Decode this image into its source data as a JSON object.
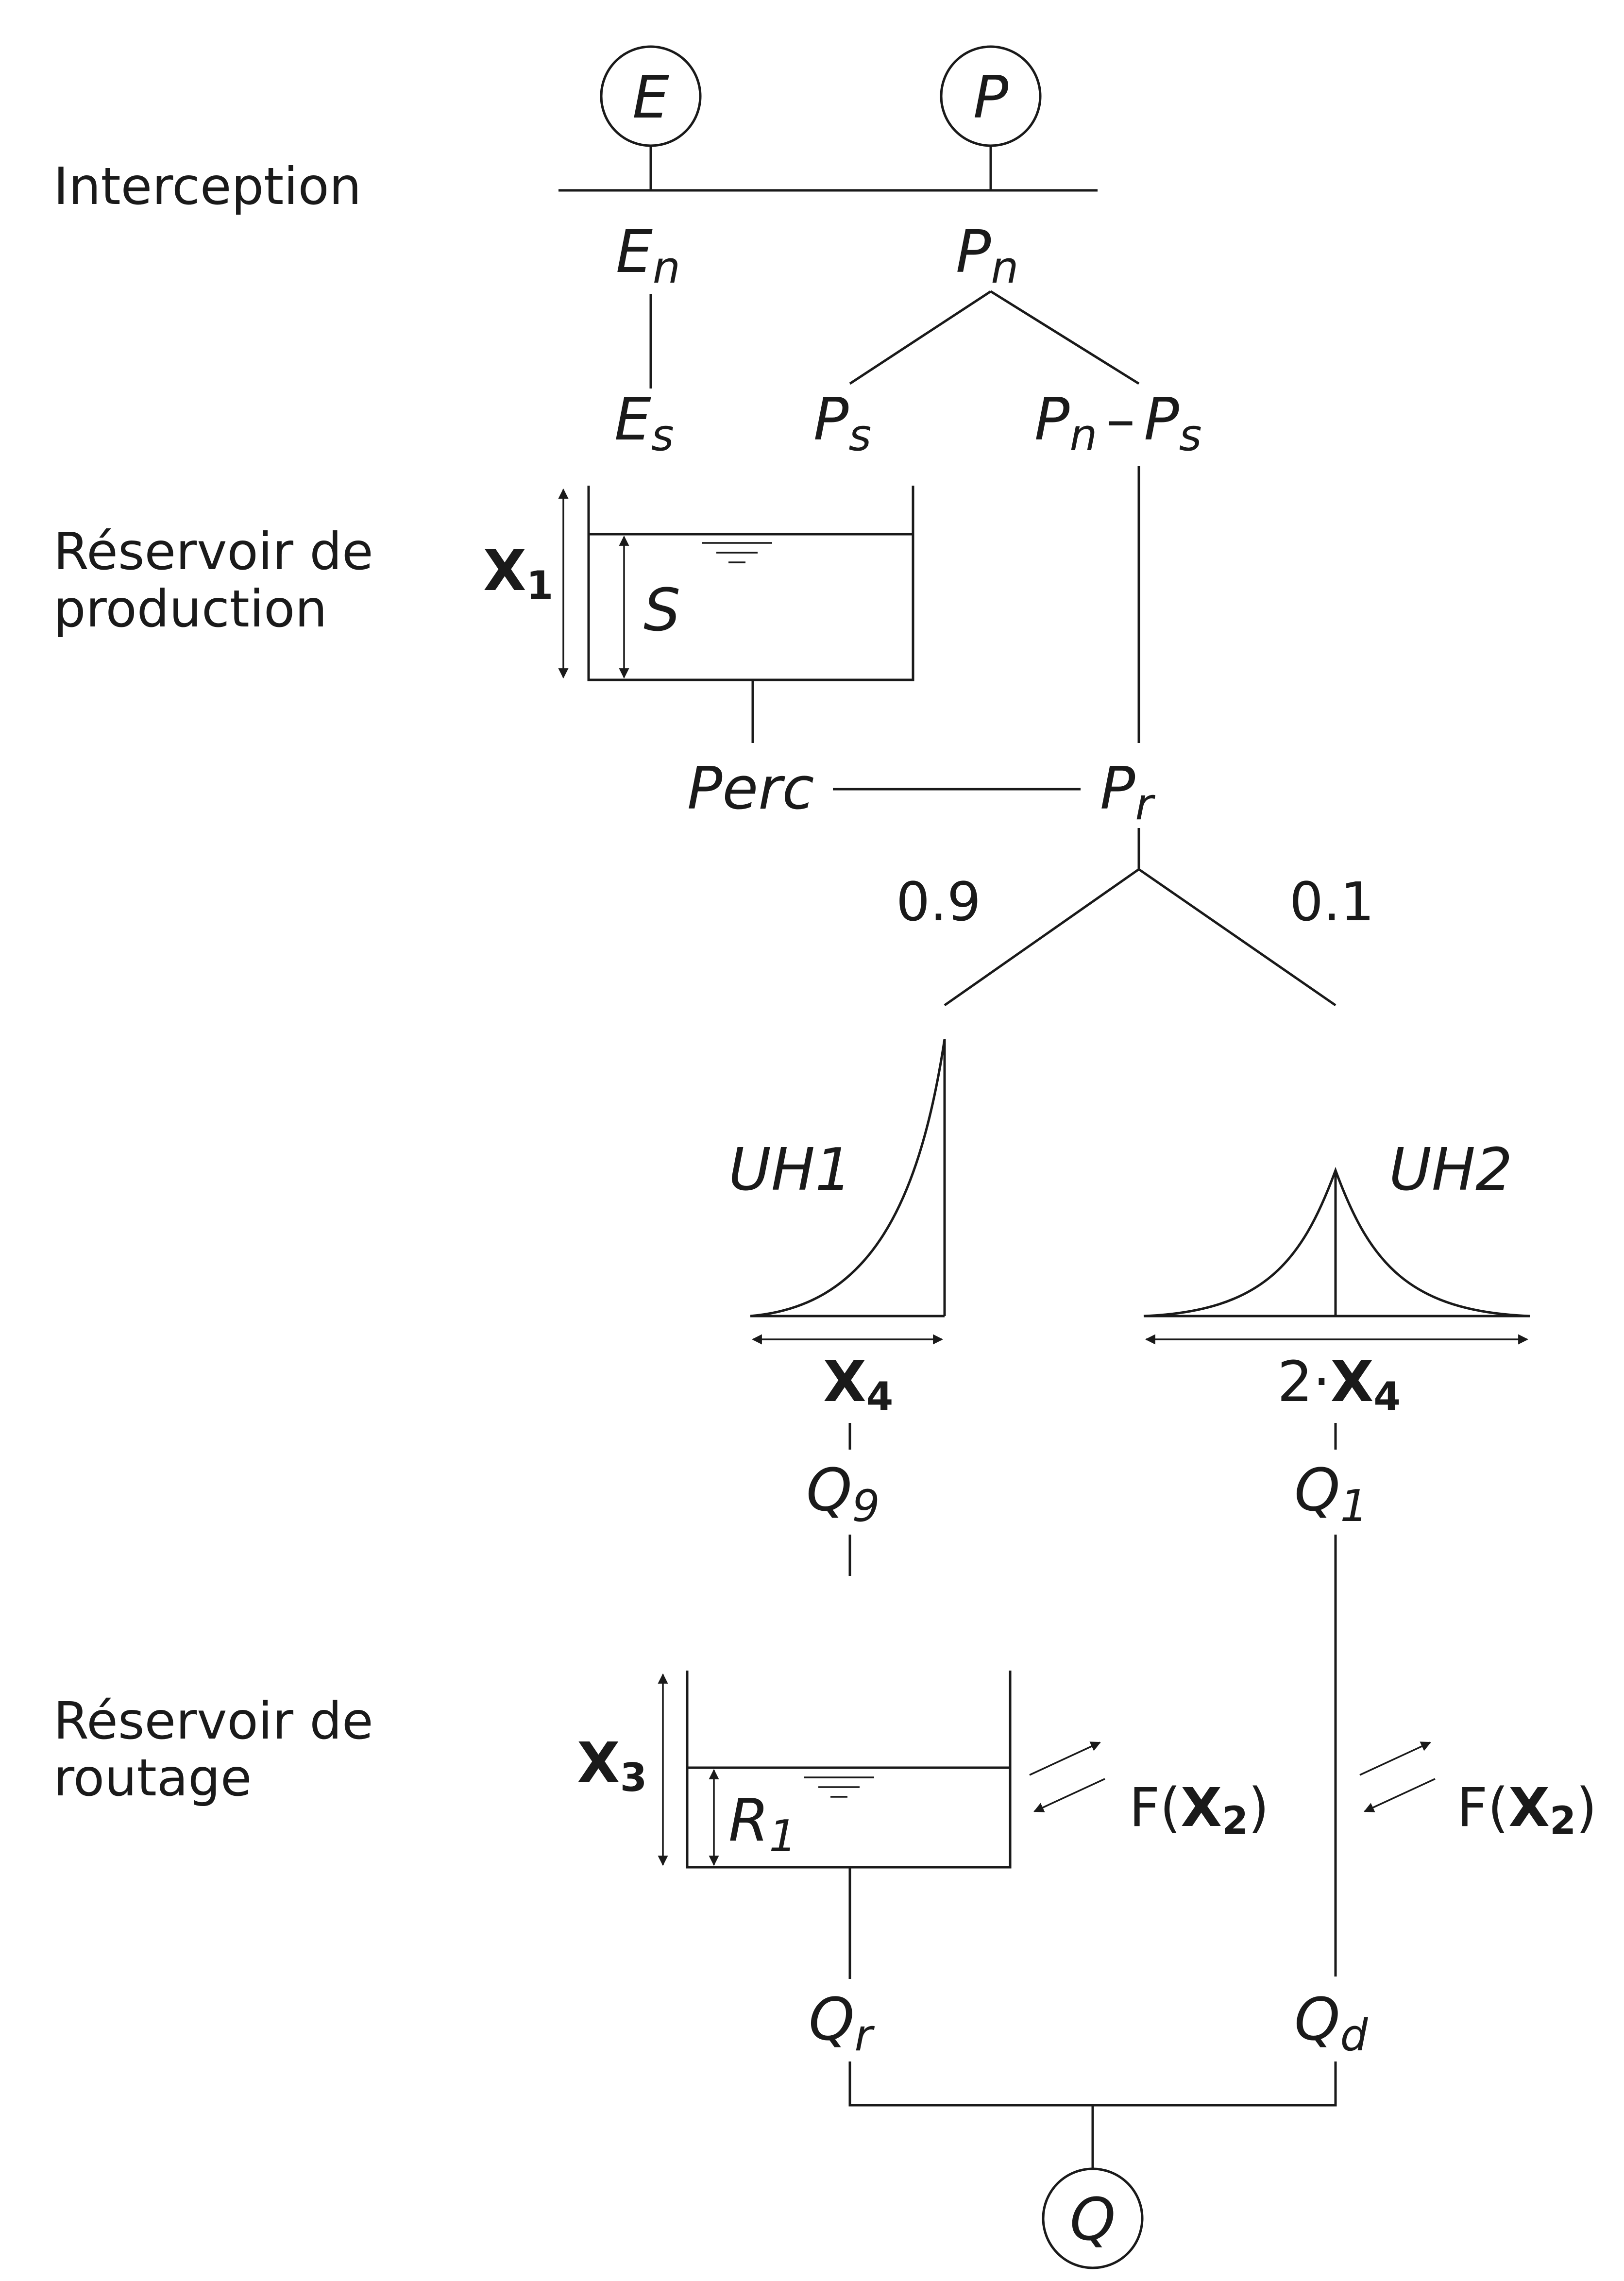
{
  "sections": {
    "interception": "Interception",
    "production_line1": "Réservoir de",
    "production_line2": "production",
    "routage_line1": "Réservoir de",
    "routage_line2": "routage"
  },
  "inputs": {
    "evaporation": "E",
    "precipitation": "P"
  },
  "interception_outputs": {
    "en_base": "E",
    "en_sub": "n",
    "pn_base": "P",
    "pn_sub": "n"
  },
  "split": {
    "es_base": "E",
    "es_sub": "s",
    "ps_base": "P",
    "ps_sub": "s",
    "pnps_a_base": "P",
    "pnps_a_sub": "n",
    "pnps_minus": "–",
    "pnps_b_base": "P",
    "pnps_b_sub": "s"
  },
  "production_store": {
    "capacity_base": "X",
    "capacity_sub": "1",
    "level": "S"
  },
  "percolation": {
    "perc": "Perc",
    "pr_base": "P",
    "pr_sub": "r"
  },
  "fractions": {
    "left": "0.9",
    "right": "0.1"
  },
  "unit_hydrographs": {
    "uh1": "UH1",
    "uh2": "UH2",
    "uh1_base_base": "X",
    "uh1_base_sub": "4",
    "uh2_base_prefix": "2·",
    "uh2_base_base": "X",
    "uh2_base_sub": "4"
  },
  "flows": {
    "q9_base": "Q",
    "q9_sub": "9",
    "q1_base": "Q",
    "q1_sub": "1"
  },
  "routing_store": {
    "capacity_base": "X",
    "capacity_sub": "3",
    "level_base": "R",
    "level_sub": "1",
    "exchange_left_prefix": "F(",
    "exchange_left_base": "X",
    "exchange_left_sub": "2",
    "exchange_left_suffix": ")",
    "exchange_right_prefix": "F(",
    "exchange_right_base": "X",
    "exchange_right_sub": "2",
    "exchange_right_suffix": ")"
  },
  "outputs": {
    "qr_base": "Q",
    "qr_sub": "r",
    "qd_base": "Q",
    "qd_sub": "d",
    "total": "Q"
  }
}
